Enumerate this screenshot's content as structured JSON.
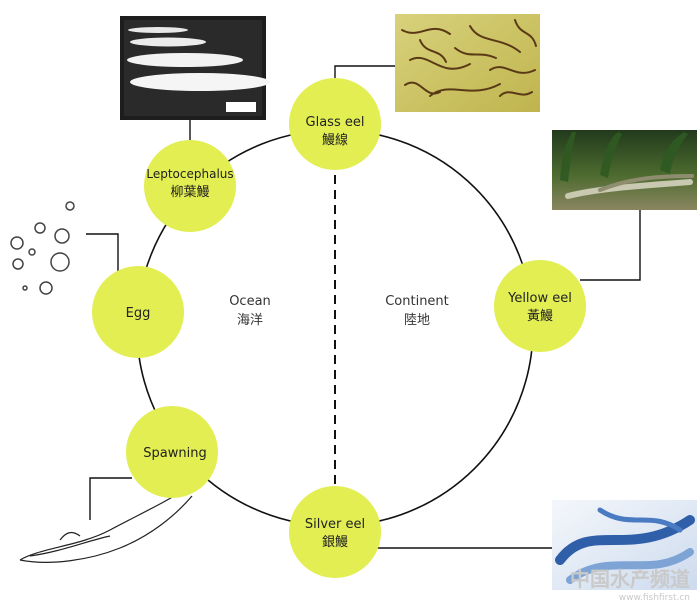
{
  "stages": [
    {
      "id": "glass-eel",
      "en": "Glass eel",
      "zh": "鰻線"
    },
    {
      "id": "yellow-eel",
      "en": "Yellow eel",
      "zh": "黃鰻"
    },
    {
      "id": "silver-eel",
      "en": "Silver eel",
      "zh": "銀鰻"
    },
    {
      "id": "spawning",
      "en": "Spawning",
      "zh": ""
    },
    {
      "id": "egg",
      "en": "Egg",
      "zh": ""
    },
    {
      "id": "leptocephalus",
      "en": "Leptocephalus",
      "zh": "柳葉鰻"
    }
  ],
  "regions": {
    "ocean": {
      "en": "Ocean",
      "zh": "海洋"
    },
    "continent": {
      "en": "Continent",
      "zh": "陸地"
    }
  },
  "watermark": {
    "zh": "中国水产频道",
    "url": "www.fishfirst.cn"
  },
  "colors": {
    "circle_fill": "#e2ee52",
    "line": "#111111"
  }
}
